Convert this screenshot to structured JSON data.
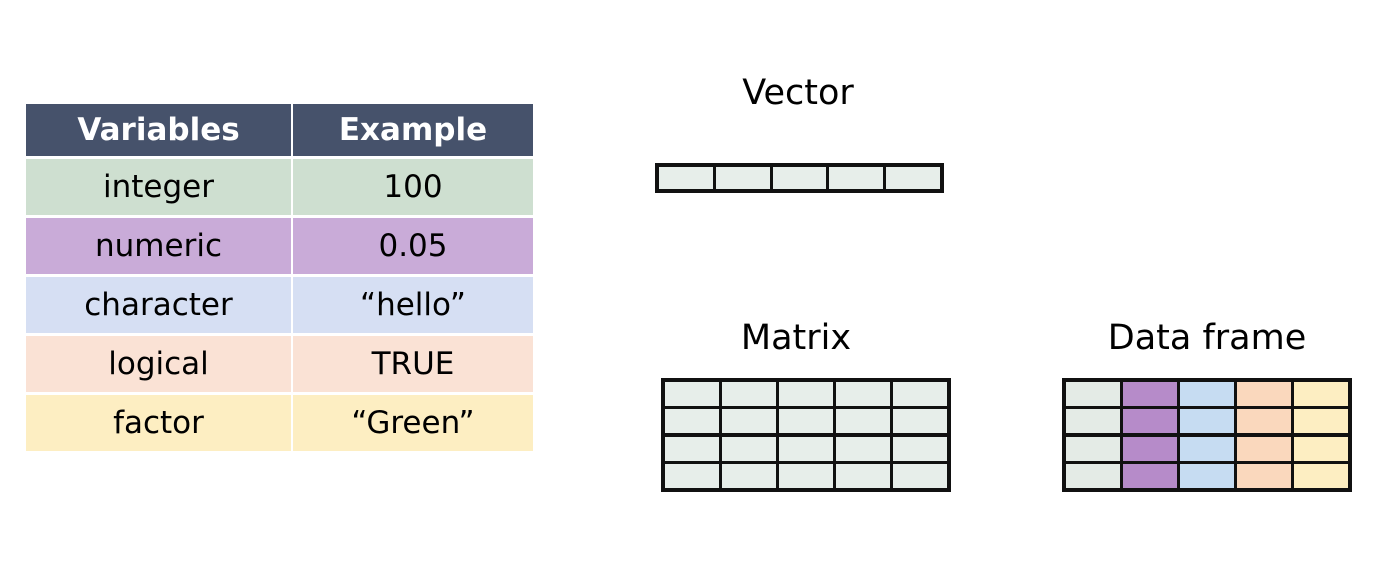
{
  "table": {
    "headers": [
      "Variables",
      "Example"
    ],
    "header_bg": "#46526b",
    "header_fg": "#ffffff",
    "rows": [
      {
        "variable": "integer",
        "example": "100",
        "color": "#cedfd0"
      },
      {
        "variable": "numeric",
        "example": "0.05",
        "color": "#c9abd8"
      },
      {
        "variable": "character",
        "example": "“hello”",
        "color": "#d6dff3"
      },
      {
        "variable": "logical",
        "example": "TRUE",
        "color": "#fae2d5"
      },
      {
        "variable": "factor",
        "example": "“Green”",
        "color": "#fdeec2"
      }
    ]
  },
  "diagrams": {
    "vector": {
      "title": "Vector",
      "rows": 1,
      "cols": 5,
      "cell_color": "#e7eeea",
      "border_color": "#111111"
    },
    "matrix": {
      "title": "Matrix",
      "rows": 4,
      "cols": 5,
      "cell_color": "#e7eeea",
      "border_color": "#111111"
    },
    "dataframe": {
      "title": "Data frame",
      "rows": 4,
      "cols": 5,
      "column_colors": [
        "#e4ebe6",
        "#b68bc9",
        "#c6dcf2",
        "#fad8bd",
        "#fdeec2"
      ],
      "border_color": "#111111"
    }
  }
}
